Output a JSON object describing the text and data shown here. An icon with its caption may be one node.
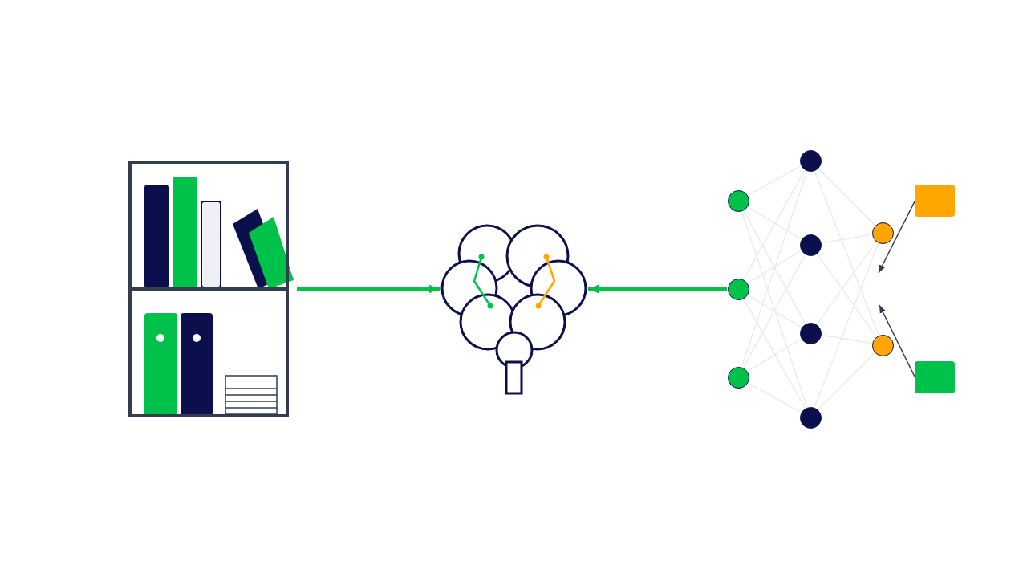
{
  "diagram": {
    "nodes": [
      {
        "text": [],
        "shape": "picture"
      },
      {
        "text": [],
        "shape": "picture"
      },
      {
        "text": [],
        "shape": "circle"
      },
      {
        "text": [],
        "shape": "circle"
      },
      {
        "text": [],
        "shape": "circle"
      },
      {
        "text": [],
        "shape": "circle"
      },
      {
        "text": [],
        "shape": "circle"
      },
      {
        "text": [],
        "shape": "circle"
      },
      {
        "text": [],
        "shape": "circle"
      },
      {
        "text": [],
        "shape": "circle"
      },
      {
        "text": [],
        "shape": "circle"
      },
      {
        "text": [],
        "shape": "box"
      },
      {
        "text": [],
        "shape": "box"
      }
    ],
    "edges": [
      {
        "from": 0,
        "to": 1,
        "arrow": "to",
        "style": "thick",
        "color": "#00c24a"
      },
      {
        "from": 3,
        "to": 1,
        "arrow": "to",
        "style": "thick",
        "color": "#00c24a"
      },
      {
        "from": 2,
        "to": 5,
        "arrow": "none"
      },
      {
        "from": 2,
        "to": 6,
        "arrow": "none"
      },
      {
        "from": 2,
        "to": 7,
        "arrow": "none"
      },
      {
        "from": 2,
        "to": 8,
        "arrow": "none"
      },
      {
        "from": 3,
        "to": 5,
        "arrow": "none"
      },
      {
        "from": 3,
        "to": 6,
        "arrow": "none"
      },
      {
        "from": 3,
        "to": 7,
        "arrow": "none"
      },
      {
        "from": 3,
        "to": 8,
        "arrow": "none"
      },
      {
        "from": 4,
        "to": 5,
        "arrow": "none"
      },
      {
        "from": 4,
        "to": 6,
        "arrow": "none"
      },
      {
        "from": 4,
        "to": 7,
        "arrow": "none"
      },
      {
        "from": 4,
        "to": 8,
        "arrow": "none"
      },
      {
        "from": 5,
        "to": 9,
        "arrow": "none"
      },
      {
        "from": 5,
        "to": 10,
        "arrow": "none"
      },
      {
        "from": 6,
        "to": 9,
        "arrow": "none"
      },
      {
        "from": 6,
        "to": 10,
        "arrow": "none"
      },
      {
        "from": 7,
        "to": 9,
        "arrow": "none"
      },
      {
        "from": 7,
        "to": 10,
        "arrow": "none"
      },
      {
        "from": 8,
        "to": 9,
        "arrow": "none"
      },
      {
        "from": 8,
        "to": 10,
        "arrow": "none"
      },
      {
        "from": 11,
        "to": null,
        "arrow": "to",
        "color": "#343d4e"
      },
      {
        "from": 12,
        "to": null,
        "arrow": "to",
        "color": "#343d4e"
      }
    ]
  }
}
